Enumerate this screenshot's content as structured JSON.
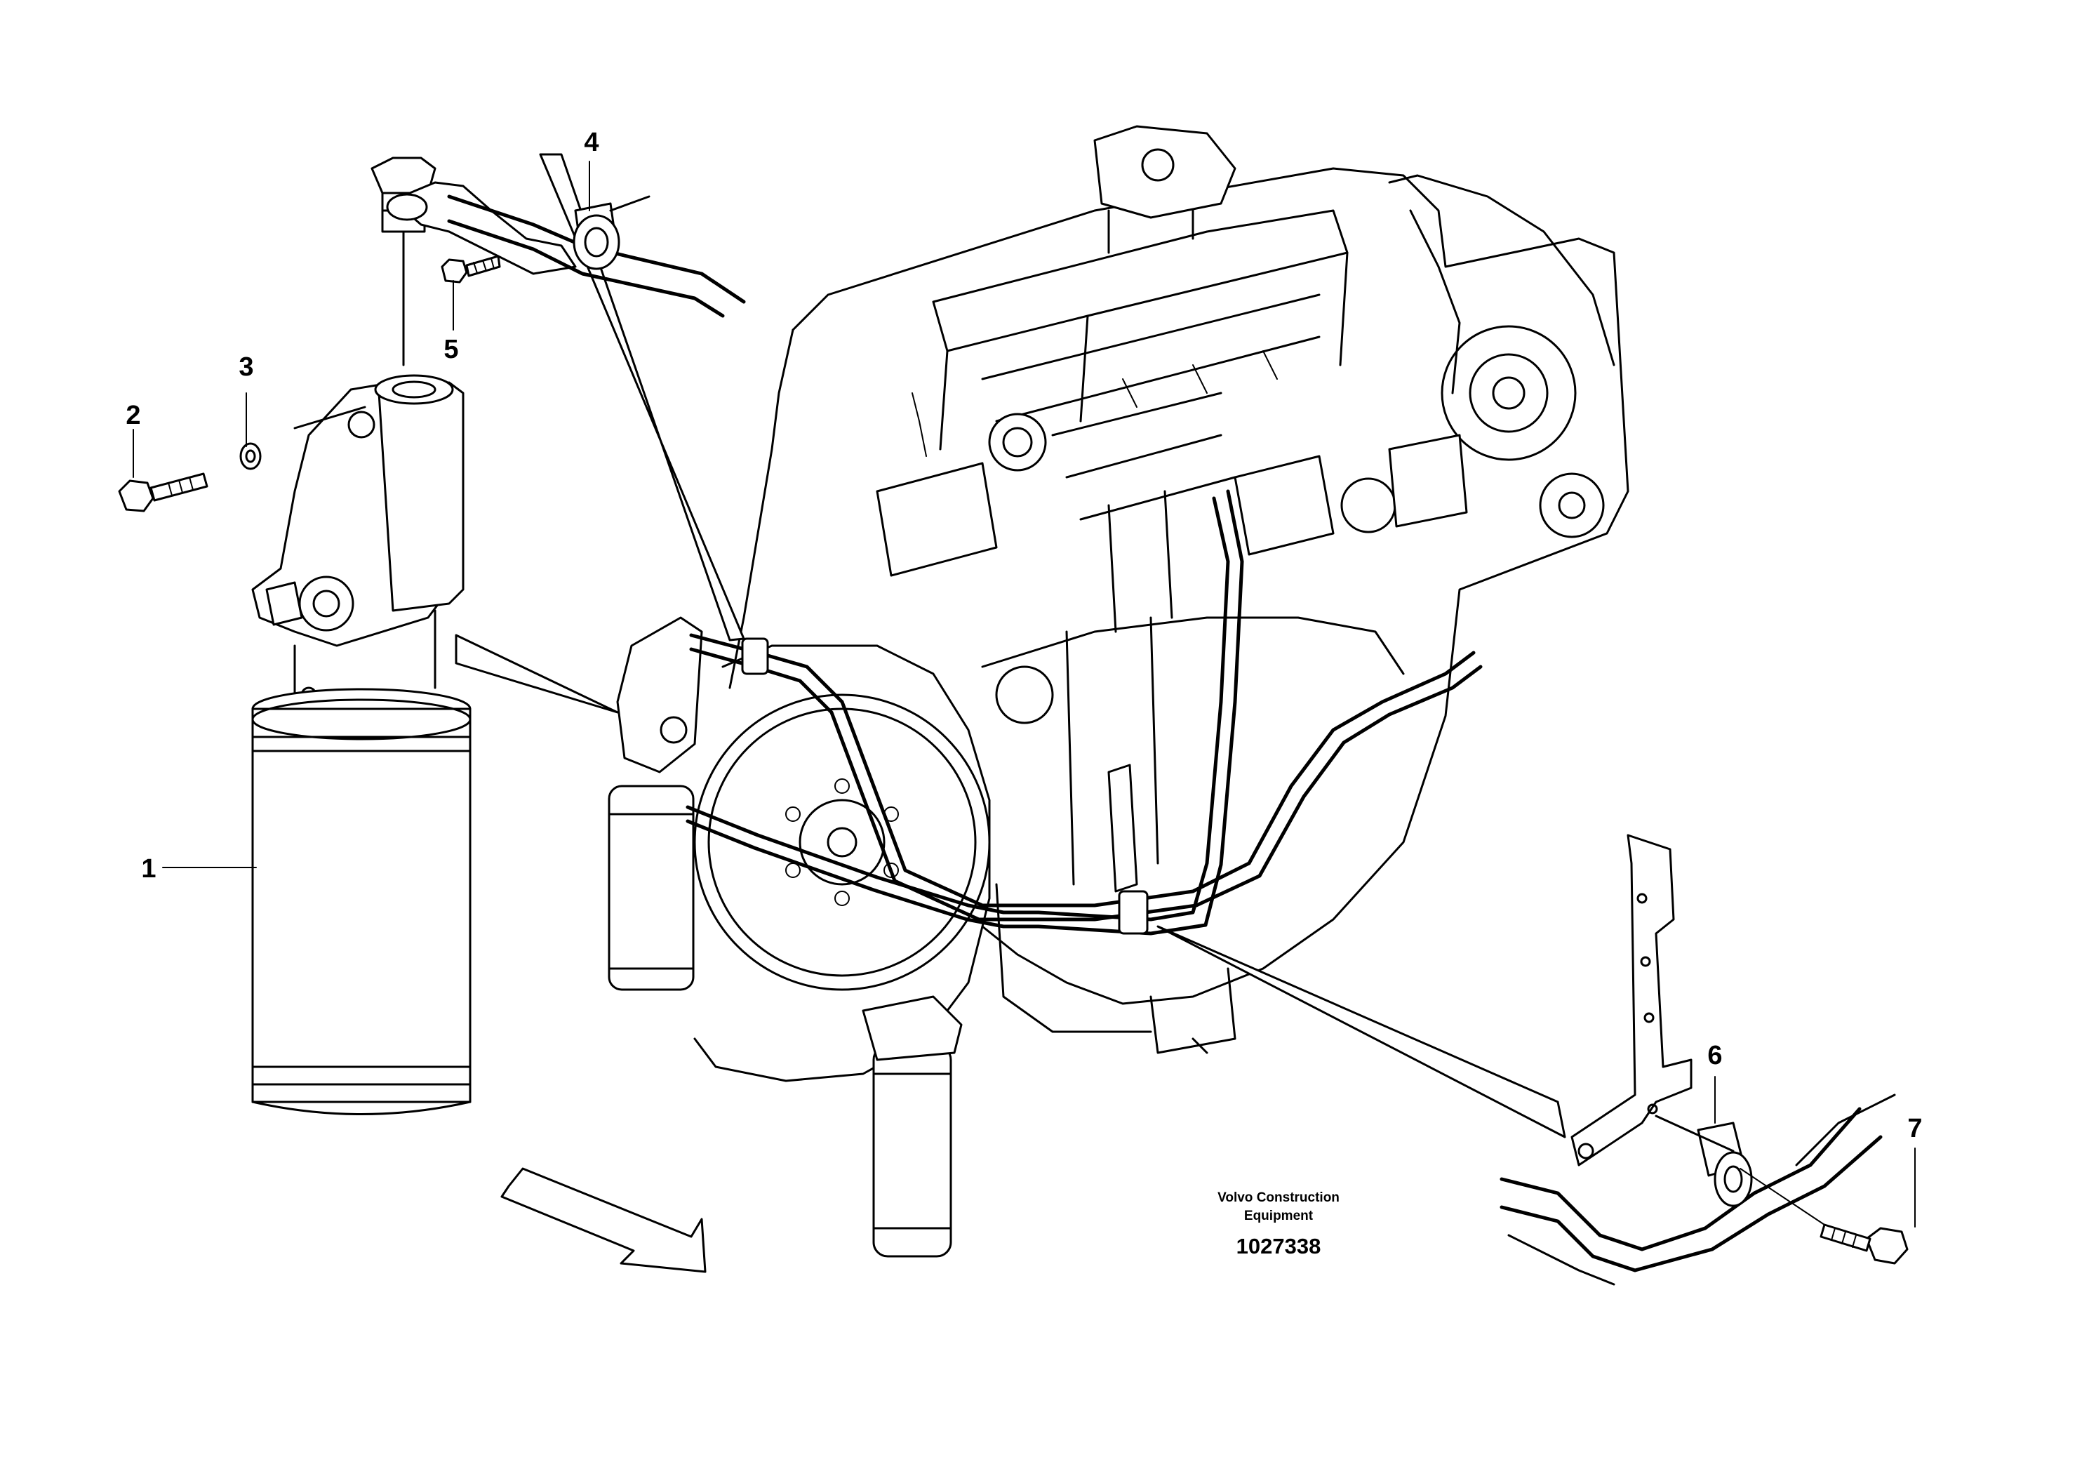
{
  "callouts": [
    "1",
    "2",
    "3",
    "4",
    "5",
    "6",
    "7"
  ],
  "footer": {
    "company_line1": "Volvo Construction",
    "company_line2": "Equipment",
    "document_number": "1027338"
  }
}
